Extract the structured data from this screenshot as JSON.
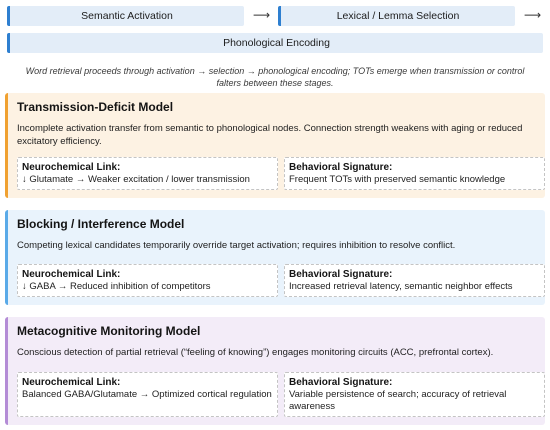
{
  "stages": [
    "Semantic Activation",
    "Lexical / Lemma Selection",
    "Phonological Encoding"
  ],
  "arrow_glyph": "⟶",
  "caption": "Word retrieval proceeds through activation → selection → phonological encoding; TOTs emerge when transmission or control falters between these stages.",
  "colors": {
    "stage_accent": "#2e7fd0",
    "transmission": "#f0a131",
    "blocking": "#5aaae8",
    "metacognitive": "#b48cd6"
  },
  "models": [
    {
      "title": "Transmission-Deficit Model",
      "description": "Incomplete activation transfer from semantic to phonological nodes. Connection strength weakens with aging or reduced excitatory efficiency.",
      "neuro_label": "Neurochemical Link:",
      "neuro_text": "↓ Glutamate → Weaker excitation / lower transmission",
      "behav_label": "Behavioral Signature:",
      "behav_text": "Frequent TOTs with preserved semantic knowledge"
    },
    {
      "title": "Blocking / Interference Model",
      "description": "Competing lexical candidates temporarily override target activation; requires inhibition to resolve conflict.",
      "neuro_label": "Neurochemical Link:",
      "neuro_text": "↓ GABA → Reduced inhibition of competitors",
      "behav_label": "Behavioral Signature:",
      "behav_text": "Increased retrieval latency, semantic neighbor effects"
    },
    {
      "title": "Metacognitive Monitoring Model",
      "description": "Conscious detection of partial retrieval (“feeling of knowing”) engages monitoring circuits (ACC, prefrontal cortex).",
      "neuro_label": "Neurochemical Link:",
      "neuro_text": "Balanced GABA/Glutamate → Optimized cortical regulation",
      "behav_label": "Behavioral Signature:",
      "behav_text": "Variable persistence of search; accuracy of retrieval awareness"
    }
  ]
}
